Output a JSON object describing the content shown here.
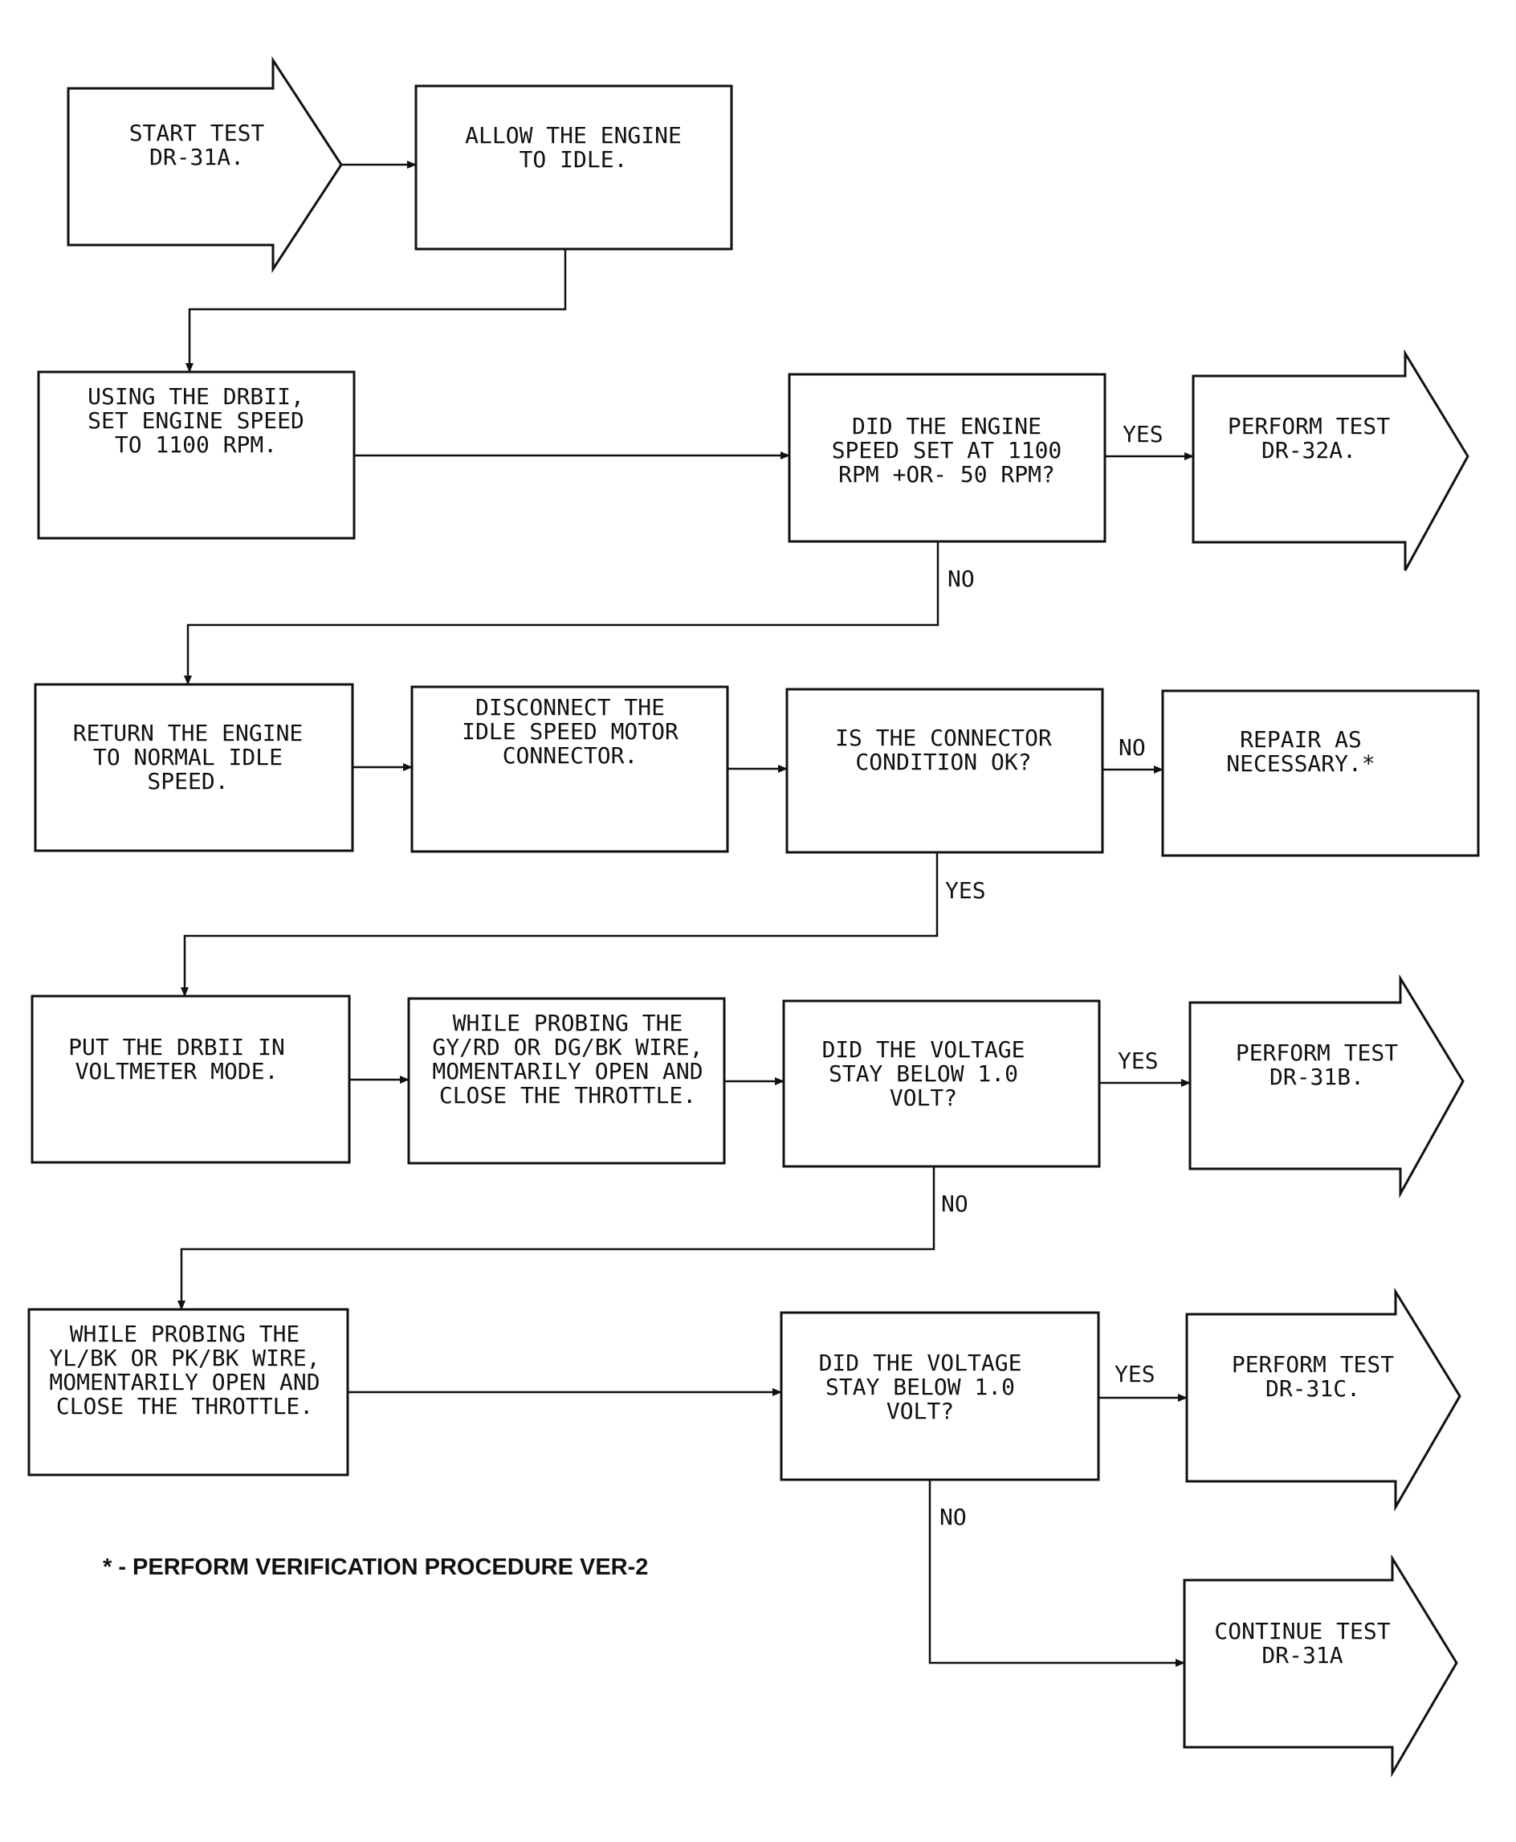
{
  "nodes": {
    "start": {
      "lines": [
        "START TEST",
        "DR-31A."
      ]
    },
    "idle": {
      "lines": [
        "ALLOW THE ENGINE",
        "TO IDLE."
      ]
    },
    "setspeed": {
      "lines": [
        "USING THE DRBII,",
        "SET ENGINE SPEED",
        "TO 1100 RPM."
      ]
    },
    "q_speed": {
      "lines": [
        "DID THE ENGINE",
        "SPEED SET AT 1100",
        "RPM +OR- 50 RPM?"
      ]
    },
    "perf32a": {
      "lines": [
        "PERFORM TEST",
        "DR-32A."
      ]
    },
    "return_idle": {
      "lines": [
        "RETURN THE ENGINE",
        "TO NORMAL IDLE",
        "SPEED."
      ]
    },
    "disconnect": {
      "lines": [
        "DISCONNECT THE",
        "IDLE SPEED MOTOR",
        "CONNECTOR."
      ]
    },
    "q_connector": {
      "lines": [
        "IS THE CONNECTOR",
        "CONDITION OK?"
      ]
    },
    "repair": {
      "lines": [
        "REPAIR AS",
        "NECESSARY.*"
      ]
    },
    "voltmeter": {
      "lines": [
        "PUT THE DRBII IN",
        "VOLTMETER MODE."
      ]
    },
    "probe1": {
      "lines": [
        "WHILE PROBING THE",
        "GY/RD OR DG/BK WIRE,",
        "MOMENTARILY OPEN AND",
        "CLOSE THE THROTTLE."
      ]
    },
    "q_volt1": {
      "lines": [
        "DID THE VOLTAGE",
        "STAY BELOW 1.0",
        "VOLT?"
      ]
    },
    "perf31b": {
      "lines": [
        "PERFORM TEST",
        "DR-31B."
      ]
    },
    "probe2": {
      "lines": [
        "WHILE PROBING THE",
        "YL/BK OR PK/BK WIRE,",
        "MOMENTARILY OPEN AND",
        "CLOSE THE THROTTLE."
      ]
    },
    "q_volt2": {
      "lines": [
        "DID THE VOLTAGE",
        "STAY BELOW 1.0",
        "VOLT?"
      ]
    },
    "perf31c": {
      "lines": [
        "PERFORM TEST",
        "DR-31C."
      ]
    },
    "continue": {
      "lines": [
        "CONTINUE TEST",
        "DR-31A"
      ]
    }
  },
  "edge_labels": {
    "speed_yes": "YES",
    "speed_no": "NO",
    "connector_no": "NO",
    "connector_yes": "YES",
    "volt1_yes": "YES",
    "volt1_no": "NO",
    "volt2_yes": "YES",
    "volt2_no": "NO"
  },
  "footnote": "* - PERFORM VERIFICATION PROCEDURE VER-2"
}
